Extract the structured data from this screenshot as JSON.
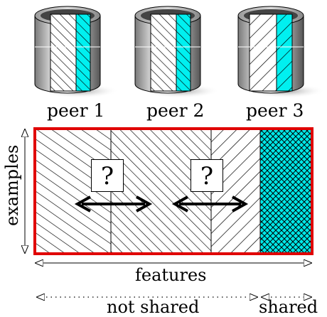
{
  "peers": [
    {
      "label": "peer 1",
      "hatch": "diag-thin",
      "shared_color": "#00f0f0"
    },
    {
      "label": "peer 2",
      "hatch": "diag-thin",
      "shared_color": "#00f0f0"
    },
    {
      "label": "peer 3",
      "hatch": "diag-wide",
      "shared_color": "#00f0f0"
    }
  ],
  "matrix": {
    "border_color": "#e00000",
    "shared_color": "#00e8e8",
    "question_mark": "?",
    "y_axis_label": "examples",
    "x_axis_label": "features"
  },
  "feature_split": {
    "not_shared_label": "not shared",
    "shared_label": "shared"
  },
  "icons": [
    "database-icon",
    "double-arrow-icon",
    "question-box-icon"
  ]
}
